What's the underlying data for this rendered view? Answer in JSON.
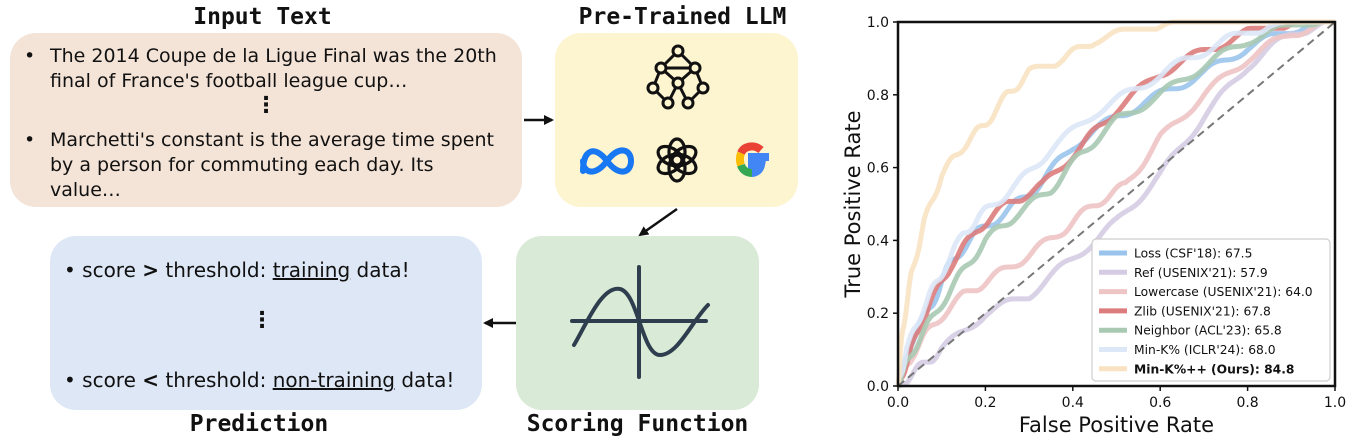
{
  "diagram": {
    "input_title": "Input Text",
    "input_item1": "The 2014 Coupe de la Ligue Final was the 20th final of France's football league cup…",
    "input_item2": "Marchetti's constant is the average time spent by a person for commuting each day. Its value…",
    "ellipsis": "⋮",
    "bullet": "•",
    "llm_title": "Pre-Trained LLM",
    "llm_icons": [
      "neural-network-icon",
      "meta-logo",
      "openai-logo",
      "google-logo"
    ],
    "scoring_title": "Scoring Function",
    "prediction_title": "Prediction",
    "pred_high_prefix": "score",
    "pred_high_op": ">",
    "pred_high_mid": "threshold:",
    "pred_high_label": "training",
    "pred_suffix": "data!",
    "pred_low_prefix": "score",
    "pred_low_op": "<",
    "pred_low_mid": "threshold:",
    "pred_low_label": "non-training",
    "colors": {
      "input_bg": "#f4e3d7",
      "llm_bg": "#fdf4d0",
      "scoring_bg": "#d9ead6",
      "prediction_bg": "#dde7f6"
    }
  },
  "chart_data": {
    "type": "line",
    "xlabel": "False Positive Rate",
    "ylabel": "True Positive Rate",
    "xlim": [
      0,
      1
    ],
    "ylim": [
      0,
      1
    ],
    "xticks": [
      "0.0",
      "0.2",
      "0.4",
      "0.6",
      "0.8",
      "1.0"
    ],
    "yticks": [
      "0.0",
      "0.2",
      "0.4",
      "0.6",
      "0.8",
      "1.0"
    ],
    "grid": false,
    "legend_position": "bottom-right",
    "diagonal": "dashed",
    "series": [
      {
        "name": "Loss (CSF'18): 67.5",
        "color": "#9ac4ec",
        "x": [
          0,
          0.03,
          0.08,
          0.12,
          0.18,
          0.25,
          0.32,
          0.4,
          0.5,
          0.6,
          0.7,
          0.8,
          0.9,
          1.0
        ],
        "y": [
          0,
          0.12,
          0.23,
          0.34,
          0.42,
          0.48,
          0.55,
          0.66,
          0.74,
          0.8,
          0.86,
          0.93,
          0.98,
          1.0
        ]
      },
      {
        "name": "Ref (USENIX'21): 57.9",
        "color": "#d5cce3",
        "x": [
          0,
          0.05,
          0.1,
          0.2,
          0.3,
          0.4,
          0.5,
          0.6,
          0.7,
          0.8,
          0.9,
          1.0
        ],
        "y": [
          0,
          0.05,
          0.1,
          0.2,
          0.25,
          0.35,
          0.45,
          0.58,
          0.74,
          0.88,
          0.97,
          1.0
        ]
      },
      {
        "name": "Lowercase (USENIX'21): 64.0",
        "color": "#eec4c4",
        "x": [
          0,
          0.03,
          0.08,
          0.15,
          0.22,
          0.3,
          0.38,
          0.45,
          0.52,
          0.6,
          0.7,
          0.8,
          0.9,
          1.0
        ],
        "y": [
          0,
          0.08,
          0.17,
          0.25,
          0.3,
          0.36,
          0.43,
          0.5,
          0.55,
          0.68,
          0.8,
          0.9,
          0.97,
          1.0
        ]
      },
      {
        "name": "Zlib (USENIX'21): 67.8",
        "color": "#dd7c7c",
        "x": [
          0,
          0.03,
          0.07,
          0.12,
          0.18,
          0.25,
          0.33,
          0.42,
          0.5,
          0.6,
          0.7,
          0.8,
          0.9,
          1.0
        ],
        "y": [
          0,
          0.1,
          0.22,
          0.33,
          0.43,
          0.5,
          0.55,
          0.66,
          0.76,
          0.86,
          0.92,
          0.97,
          0.99,
          1.0
        ]
      },
      {
        "name": "Neighbor (ACL'23): 65.8",
        "color": "#a9c9b3",
        "x": [
          0,
          0.03,
          0.08,
          0.14,
          0.2,
          0.27,
          0.35,
          0.42,
          0.5,
          0.6,
          0.7,
          0.8,
          0.9,
          1.0
        ],
        "y": [
          0,
          0.09,
          0.19,
          0.3,
          0.4,
          0.47,
          0.54,
          0.64,
          0.73,
          0.8,
          0.88,
          0.95,
          0.99,
          1.0
        ]
      },
      {
        "name": "Min-K% (ICLR'24): 68.0",
        "color": "#dce7f7",
        "x": [
          0,
          0.02,
          0.06,
          0.1,
          0.15,
          0.2,
          0.27,
          0.35,
          0.45,
          0.55,
          0.65,
          0.75,
          0.85,
          1.0
        ],
        "y": [
          0,
          0.1,
          0.22,
          0.31,
          0.42,
          0.48,
          0.55,
          0.65,
          0.75,
          0.82,
          0.89,
          0.95,
          0.99,
          1.0
        ]
      },
      {
        "name": "Min-K%++ (Ours): 84.8",
        "color": "#f8e2c2",
        "bold": true,
        "x": [
          0,
          0.01,
          0.03,
          0.06,
          0.1,
          0.15,
          0.2,
          0.25,
          0.3,
          0.38,
          0.45,
          0.55,
          0.65,
          0.75,
          0.9,
          1.0
        ],
        "y": [
          0,
          0.15,
          0.3,
          0.45,
          0.58,
          0.66,
          0.72,
          0.8,
          0.86,
          0.9,
          0.95,
          0.98,
          0.99,
          1.0,
          1.0,
          1.0
        ]
      }
    ]
  }
}
